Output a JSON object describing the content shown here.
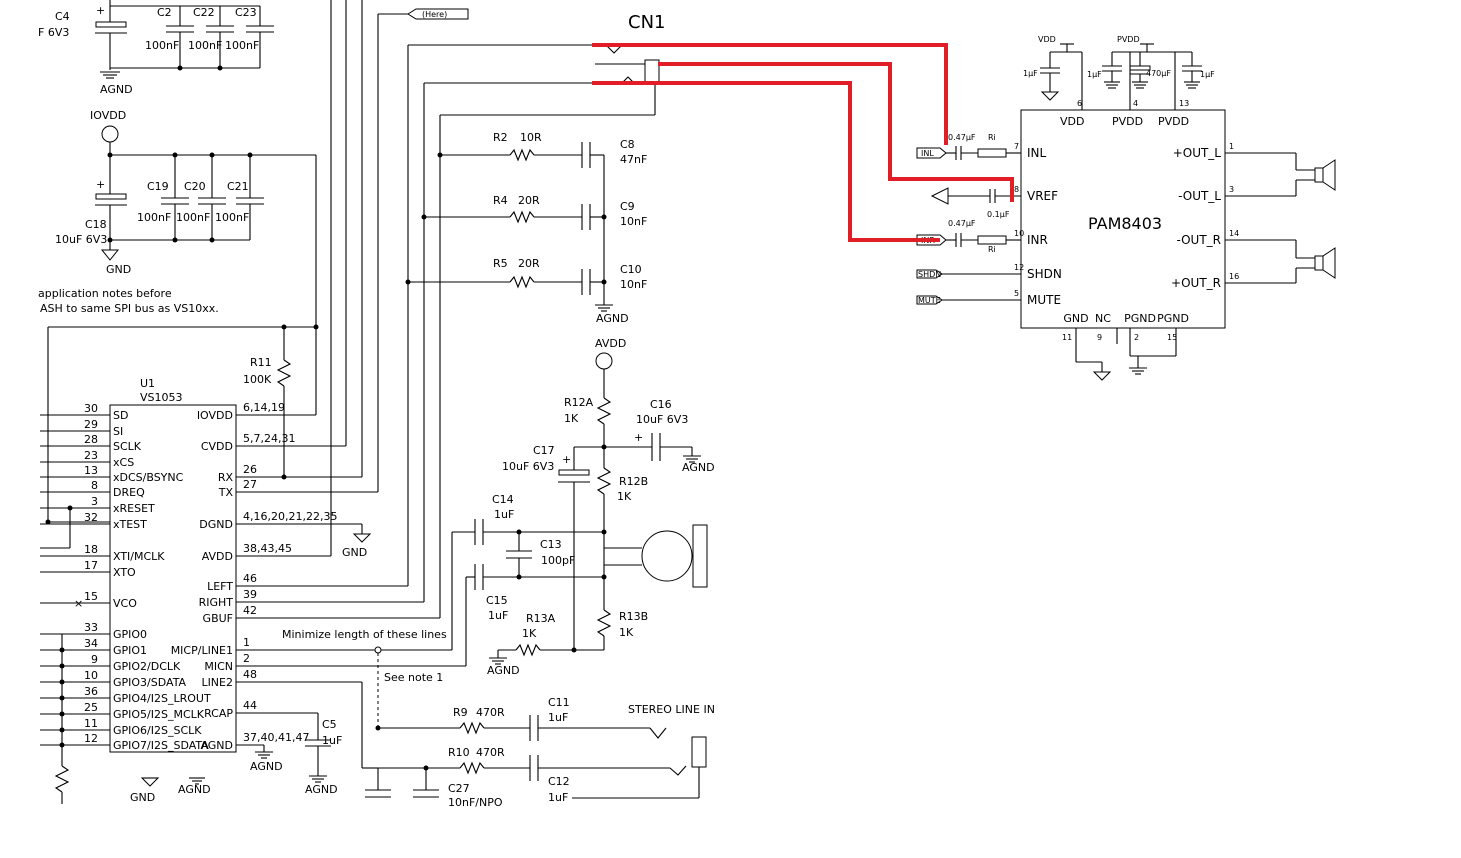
{
  "colors": {
    "wire": "#000000",
    "highlight": "#e11d25",
    "background": "#ffffff"
  },
  "top": {
    "c4": "C4",
    "c4_val": "F 6V3",
    "c2": "C2",
    "c22": "C22",
    "c23": "C23",
    "n100nf": "100nF",
    "agnd": "AGND",
    "here_tag": "(Here)",
    "cn1": "CN1"
  },
  "iovdd": {
    "label": "IOVDD",
    "c19": "C19",
    "c20": "C20",
    "c21": "C21",
    "c18": "C18",
    "c18_val": "10uF 6V3",
    "gnd": "GND",
    "note1": "application notes before",
    "note2": "ASH to same SPI bus as VS10xx."
  },
  "rc_network": {
    "r2": "R2",
    "r2_val": "10R",
    "c8": "C8",
    "c8_val": "47nF",
    "r4": "R4",
    "r4_val": "20R",
    "c9": "C9",
    "c9_val": "10nF",
    "r5": "R5",
    "r5_val": "20R",
    "c10": "C10",
    "c10_val": "10nF",
    "agnd": "AGND"
  },
  "u1": {
    "r11": "R11",
    "r11_val": "100K",
    "name": "U1",
    "part": "VS1053",
    "left_pins": [
      {
        "num": "30",
        "name": "SD"
      },
      {
        "num": "29",
        "name": "SI"
      },
      {
        "num": "28",
        "name": "SCLK"
      },
      {
        "num": "23",
        "name": "xCS"
      },
      {
        "num": "13",
        "name": "xDCS/BSYNC"
      },
      {
        "num": "8",
        "name": "DREQ"
      },
      {
        "num": "3",
        "name": "xRESET"
      },
      {
        "num": "32",
        "name": "xTEST"
      },
      {
        "num": "18",
        "name": "XTI/MCLK"
      },
      {
        "num": "17",
        "name": "XTO"
      },
      {
        "num": "15",
        "name": "VCO"
      },
      {
        "num": "33",
        "name": "GPIO0"
      },
      {
        "num": "34",
        "name": "GPIO1"
      },
      {
        "num": "9",
        "name": "GPIO2/DCLK"
      },
      {
        "num": "10",
        "name": "GPIO3/SDATA"
      },
      {
        "num": "36",
        "name": "GPIO4/I2S_LROUT"
      },
      {
        "num": "25",
        "name": "GPIO5/I2S_MCLK"
      },
      {
        "num": "11",
        "name": "GPIO6/I2S_SCLK"
      },
      {
        "num": "12",
        "name": "GPIO7/I2S_SDATA"
      }
    ],
    "right_pins": [
      {
        "num": "6,14,19",
        "name": "IOVDD"
      },
      {
        "num": "5,7,24,31",
        "name": "CVDD"
      },
      {
        "num": "26",
        "name": "RX"
      },
      {
        "num": "27",
        "name": "TX"
      },
      {
        "num": "4,16,20,21,22,35",
        "name": "DGND"
      },
      {
        "num": "38,43,45",
        "name": "AVDD"
      },
      {
        "num": "46",
        "name": "LEFT"
      },
      {
        "num": "39",
        "name": "RIGHT"
      },
      {
        "num": "42",
        "name": "GBUF"
      },
      {
        "num": "1",
        "name": "MICP/LINE1"
      },
      {
        "num": "2",
        "name": "MICN"
      },
      {
        "num": "48",
        "name": "LINE2"
      },
      {
        "num": "44",
        "name": "RCAP"
      },
      {
        "num": "37,40,41,47",
        "name": "AGND"
      }
    ],
    "gnd": "GND",
    "agnd": "AGND",
    "c5": "C5",
    "c5_val": "1uF"
  },
  "mic": {
    "avdd": "AVDD",
    "r12a": "R12A",
    "r12a_val": "1K",
    "c16": "C16",
    "c16_val": "10uF 6V3",
    "c17": "C17",
    "c17_val": "10uF 6V3",
    "r12b": "R12B",
    "r12b_val": "1K",
    "c14": "C14",
    "c14_val": "1uF",
    "c13": "C13",
    "c13_val": "100pF",
    "c15": "C15",
    "c15_val": "1uF",
    "r13a": "R13A",
    "r13a_val": "1K",
    "r13b": "R13B",
    "r13b_val": "1K",
    "agnd": "AGND",
    "minimize": "Minimize length of these lines",
    "see_note": "See note 1"
  },
  "line_in": {
    "r9": "R9",
    "r9_val": "470R",
    "c11": "C11",
    "c11_val": "1uF",
    "r10": "R10",
    "r10_val": "470R",
    "c12": "C12",
    "c12_val": "1uF",
    "c27": "C27",
    "c27_val": "10nF/NPO",
    "stereo": "STEREO LINE IN"
  },
  "pam": {
    "part": "PAM8403",
    "vdd_top": "VDD",
    "pvdd_top": "PVDD",
    "cap_1uf": "1µF",
    "cap_470uf": "470µF",
    "pin_vdd": "VDD",
    "pin_pvdd": "PVDD",
    "pin6": "6",
    "pin4": "4",
    "pin13": "13",
    "c047": "0.47µF",
    "c01": "0.1µF",
    "ri": "Ri",
    "in_l_tag": "INL",
    "in_r_tag": "INR",
    "shdn_tag": "SHDN",
    "mute_tag": "MUTE",
    "left": [
      {
        "num": "7",
        "name": "INL"
      },
      {
        "num": "8",
        "name": "VREF"
      },
      {
        "num": "10",
        "name": "INR"
      },
      {
        "num": "12",
        "name": "SHDN"
      },
      {
        "num": "5",
        "name": "MUTE"
      }
    ],
    "right": [
      {
        "num": "1",
        "name": "+OUT_L"
      },
      {
        "num": "3",
        "name": "-OUT_L"
      },
      {
        "num": "14",
        "name": "-OUT_R"
      },
      {
        "num": "16",
        "name": "+OUT_R"
      }
    ],
    "bottom": [
      {
        "num": "11",
        "name": "GND"
      },
      {
        "num": "9",
        "name": "NC"
      },
      {
        "num": "2",
        "name": "PGND"
      },
      {
        "num": "15",
        "name": "PGND"
      }
    ]
  }
}
